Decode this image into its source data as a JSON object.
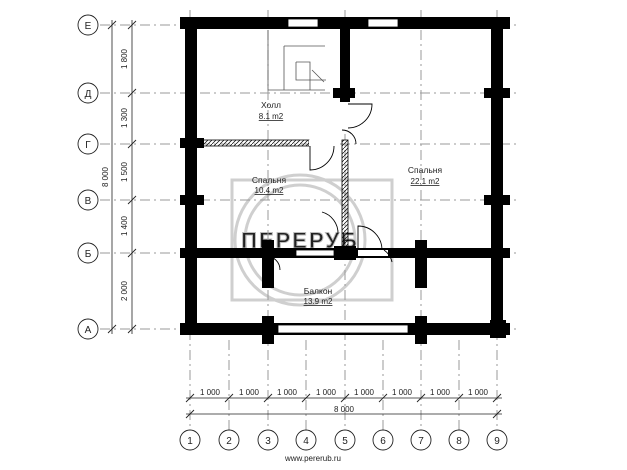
{
  "axes": {
    "rows": [
      {
        "label": "Е"
      },
      {
        "label": "Д"
      },
      {
        "label": "Г"
      },
      {
        "label": "В"
      },
      {
        "label": "Б"
      },
      {
        "label": "А"
      }
    ],
    "columns": [
      {
        "label": "1"
      },
      {
        "label": "2"
      },
      {
        "label": "3"
      },
      {
        "label": "4"
      },
      {
        "label": "5"
      },
      {
        "label": "6"
      },
      {
        "label": "7"
      },
      {
        "label": "8"
      },
      {
        "label": "9"
      }
    ]
  },
  "vertical_dimensions": {
    "segments": [
      "1 800",
      "1 300",
      "1 500",
      "1 400",
      "2 000"
    ],
    "total": "8 000"
  },
  "horizontal_dimensions": {
    "segments": [
      "1 000",
      "1 000",
      "1 000",
      "1 000",
      "1 000",
      "1 000",
      "1 000",
      "1 000"
    ],
    "total": "8 000"
  },
  "rooms": [
    {
      "name": "Холл",
      "area": "8.1 m2"
    },
    {
      "name": "Спальня",
      "area": "10.4 m2"
    },
    {
      "name": "Спальня",
      "area": "22.1 m2"
    },
    {
      "name": "Балкон",
      "area": "13.9 m2"
    }
  ],
  "watermark": {
    "text": "ПЕРЕРУБ",
    "site": "www.pererub.ru"
  },
  "colors": {
    "wall": "#000000",
    "axis": "#9a9a9a",
    "text": "#222222"
  }
}
